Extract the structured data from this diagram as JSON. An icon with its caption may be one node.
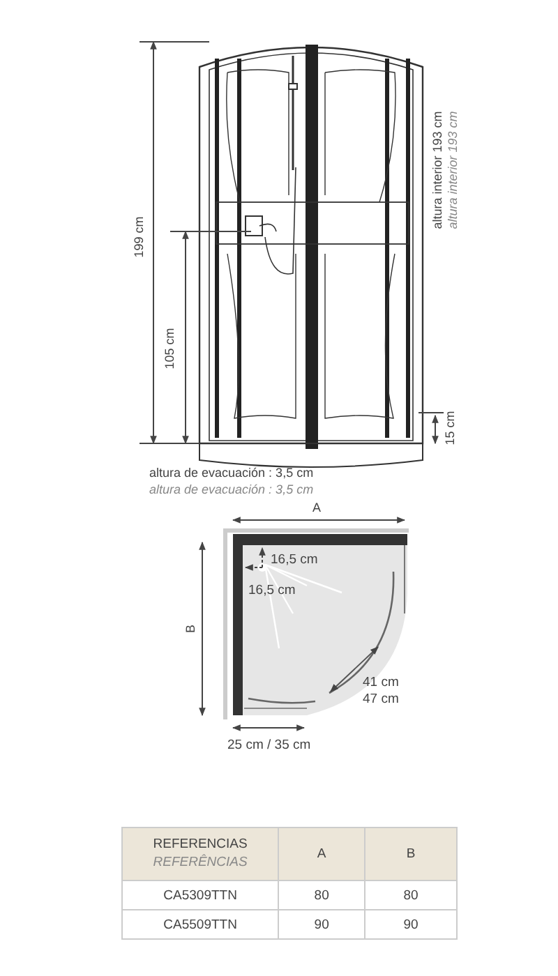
{
  "diagram": {
    "labels": [
      "199 cm",
      "105 cm",
      "altura interior 193 cm",
      "altura interior 193 cm",
      "15 cm",
      "altura de evacuación : 3,5 cm",
      "altura de evacuación : 3,5 cm",
      "A",
      "B",
      "16,5 cm",
      "16,5 cm",
      "41 cm",
      "47 cm",
      "25 cm / 35 cm",
      "REFERENCIAS",
      "REFERÊNCIAS",
      "A",
      "B",
      "CA5309TTN",
      "80",
      "80",
      "CA5509TTN",
      "90",
      "90"
    ]
  }
}
